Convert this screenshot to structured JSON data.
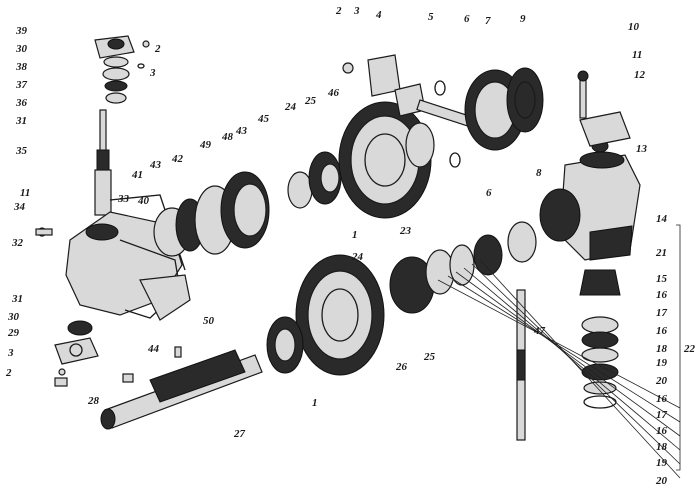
{
  "diagram": {
    "labels": [
      {
        "id": "l39",
        "text": "39"
      },
      {
        "id": "l30a",
        "text": "30"
      },
      {
        "id": "l38",
        "text": "38"
      },
      {
        "id": "l37",
        "text": "37"
      },
      {
        "id": "l36",
        "text": "36"
      },
      {
        "id": "l31a",
        "text": "31"
      },
      {
        "id": "l35",
        "text": "35"
      },
      {
        "id": "l11a",
        "text": "11"
      },
      {
        "id": "l34",
        "text": "34"
      },
      {
        "id": "l33",
        "text": "33"
      },
      {
        "id": "l32",
        "text": "32"
      },
      {
        "id": "l31b",
        "text": "31"
      },
      {
        "id": "l30b",
        "text": "30"
      },
      {
        "id": "l29",
        "text": "29"
      },
      {
        "id": "l3a",
        "text": "3"
      },
      {
        "id": "l2a",
        "text": "2"
      },
      {
        "id": "l2b",
        "text": "2"
      },
      {
        "id": "l3b",
        "text": "3"
      },
      {
        "id": "l2c",
        "text": "2"
      },
      {
        "id": "l3c",
        "text": "3"
      },
      {
        "id": "l4",
        "text": "4"
      },
      {
        "id": "l5",
        "text": "5"
      },
      {
        "id": "l6a",
        "text": "6"
      },
      {
        "id": "l7",
        "text": "7"
      },
      {
        "id": "l9",
        "text": "9"
      },
      {
        "id": "l10",
        "text": "10"
      },
      {
        "id": "l11b",
        "text": "11"
      },
      {
        "id": "l12",
        "text": "12"
      },
      {
        "id": "l13",
        "text": "13"
      },
      {
        "id": "l8",
        "text": "8"
      },
      {
        "id": "l6b",
        "text": "6"
      },
      {
        "id": "l14",
        "text": "14"
      },
      {
        "id": "l21",
        "text": "21"
      },
      {
        "id": "l15",
        "text": "15"
      },
      {
        "id": "l16a",
        "text": "16"
      },
      {
        "id": "l17a",
        "text": "17"
      },
      {
        "id": "l16b",
        "text": "16"
      },
      {
        "id": "l18a",
        "text": "18"
      },
      {
        "id": "l22",
        "text": "22"
      },
      {
        "id": "l19a",
        "text": "19"
      },
      {
        "id": "l20a",
        "text": "20"
      },
      {
        "id": "l16c",
        "text": "16"
      },
      {
        "id": "l17b",
        "text": "17"
      },
      {
        "id": "l16d",
        "text": "16"
      },
      {
        "id": "l18b",
        "text": "18"
      },
      {
        "id": "l19b",
        "text": "19"
      },
      {
        "id": "l20b",
        "text": "20"
      },
      {
        "id": "l46",
        "text": "46"
      },
      {
        "id": "l25a",
        "text": "25"
      },
      {
        "id": "l24a",
        "text": "24"
      },
      {
        "id": "l45",
        "text": "45"
      },
      {
        "id": "l43a",
        "text": "43"
      },
      {
        "id": "l48",
        "text": "48"
      },
      {
        "id": "l49",
        "text": "49"
      },
      {
        "id": "l42",
        "text": "42"
      },
      {
        "id": "l43b",
        "text": "43"
      },
      {
        "id": "l41",
        "text": "41"
      },
      {
        "id": "l40",
        "text": "40"
      },
      {
        "id": "l1a",
        "text": "1"
      },
      {
        "id": "l23",
        "text": "23"
      },
      {
        "id": "l47",
        "text": "47"
      },
      {
        "id": "l24b",
        "text": "24"
      },
      {
        "id": "l1b",
        "text": "1"
      },
      {
        "id": "l25b",
        "text": "25"
      },
      {
        "id": "l26",
        "text": "26"
      },
      {
        "id": "l50",
        "text": "50"
      },
      {
        "id": "l44",
        "text": "44"
      },
      {
        "id": "l28",
        "text": "28"
      },
      {
        "id": "l27",
        "text": "27"
      }
    ]
  }
}
